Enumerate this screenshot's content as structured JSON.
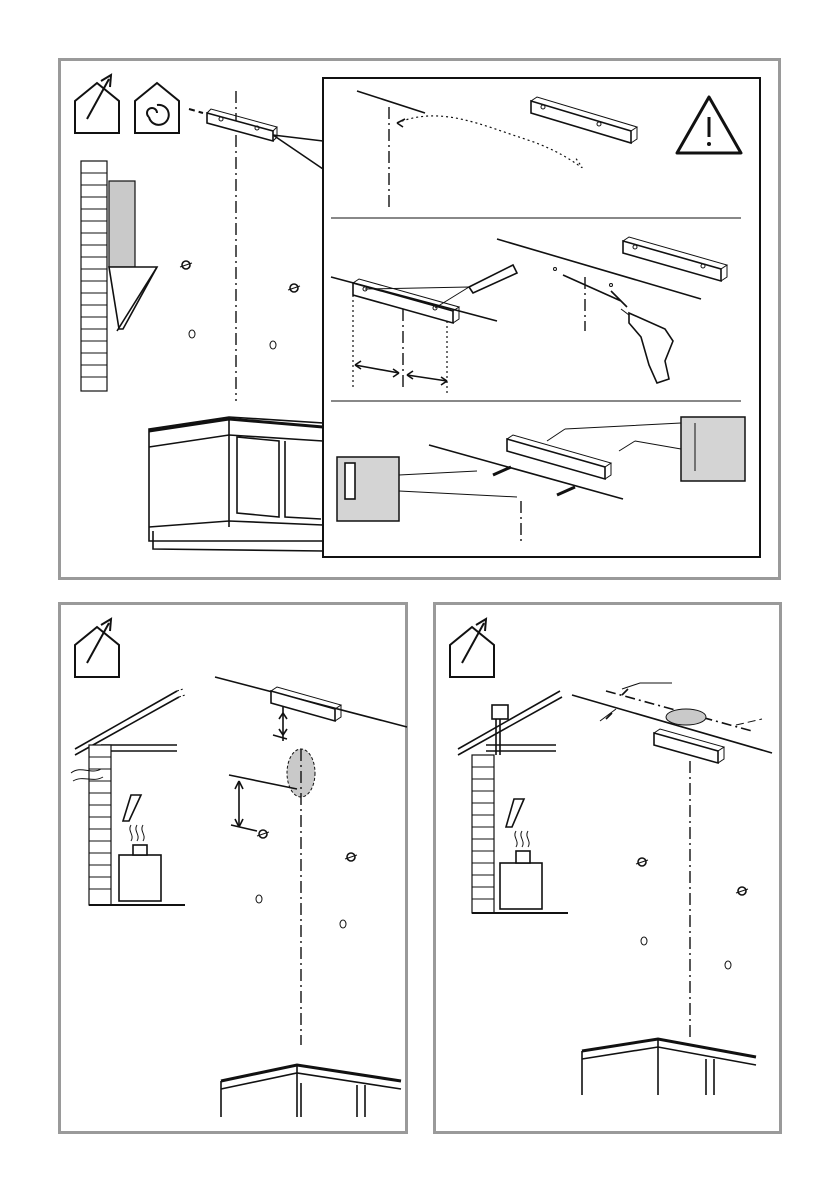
{
  "figure": {
    "panels": [
      {
        "id": "top",
        "icons": [
          "exhaust-mode-icon",
          "recirculation-mode-icon",
          "warning-icon"
        ],
        "steps": 3
      },
      {
        "id": "bottom-left",
        "icons": [
          "exhaust-mode-icon"
        ]
      },
      {
        "id": "bottom-right",
        "icons": [
          "exhaust-mode-icon"
        ]
      }
    ],
    "colors": {
      "frame": "#9a9a9a",
      "line": "#111111",
      "fill_grey": "#c9c9c9"
    }
  }
}
